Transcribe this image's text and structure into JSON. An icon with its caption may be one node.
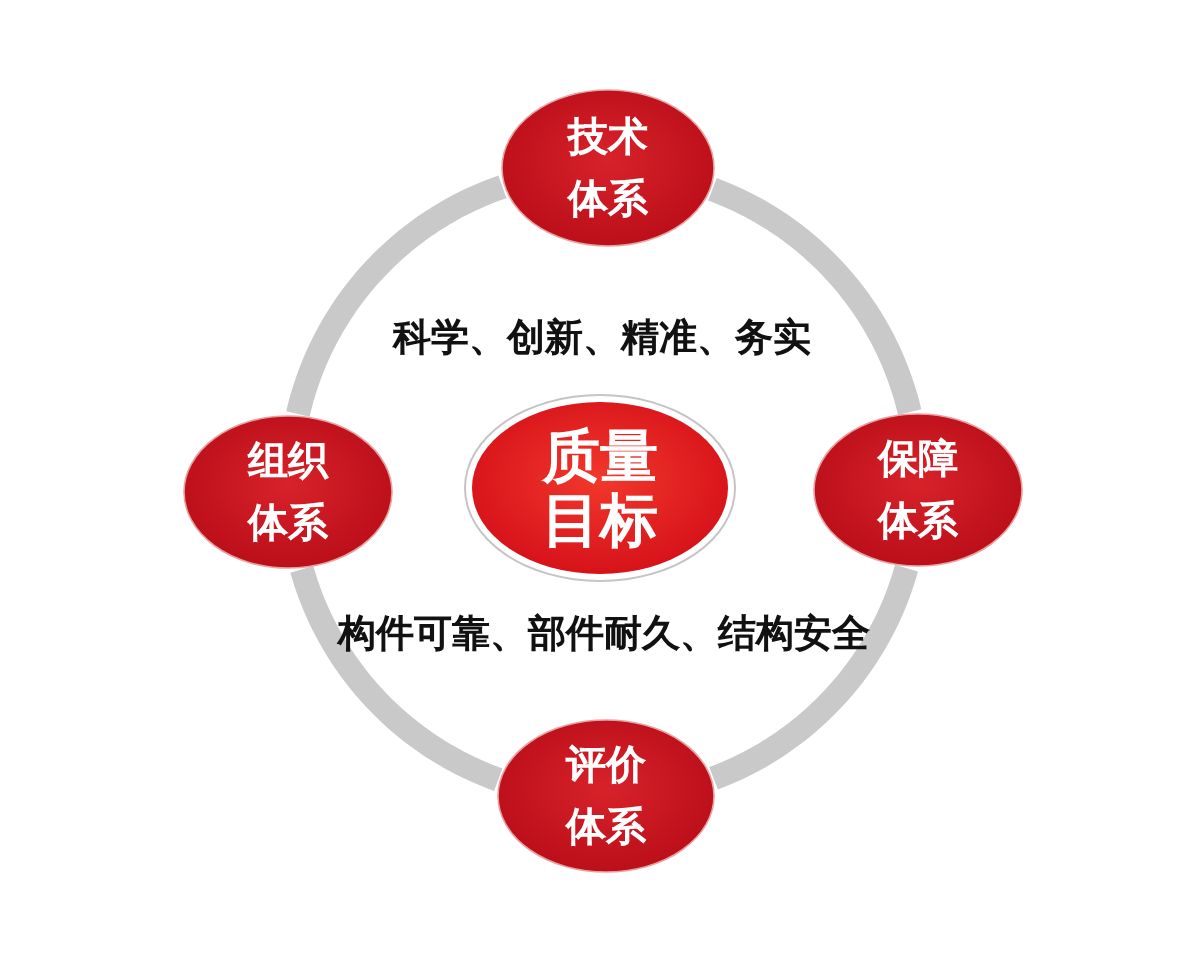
{
  "diagram": {
    "nodes": [
      {
        "text": [
          "技术体系"
        ]
      },
      {
        "text": [
          "组织体系"
        ]
      },
      {
        "text": [
          "质量目标"
        ]
      },
      {
        "text": [
          "保障体系"
        ]
      },
      {
        "text": [
          "评价体系"
        ]
      }
    ],
    "edges": [
      {
        "from": 0,
        "to": 3,
        "arrow": "none"
      },
      {
        "from": 3,
        "to": 4,
        "arrow": "none"
      },
      {
        "from": 4,
        "to": 1,
        "arrow": "none"
      },
      {
        "from": 1,
        "to": 0,
        "arrow": "none"
      }
    ],
    "labels": [
      "科学、创新、精准、务实",
      "构件可靠、部件耐久、结构安全"
    ]
  }
}
